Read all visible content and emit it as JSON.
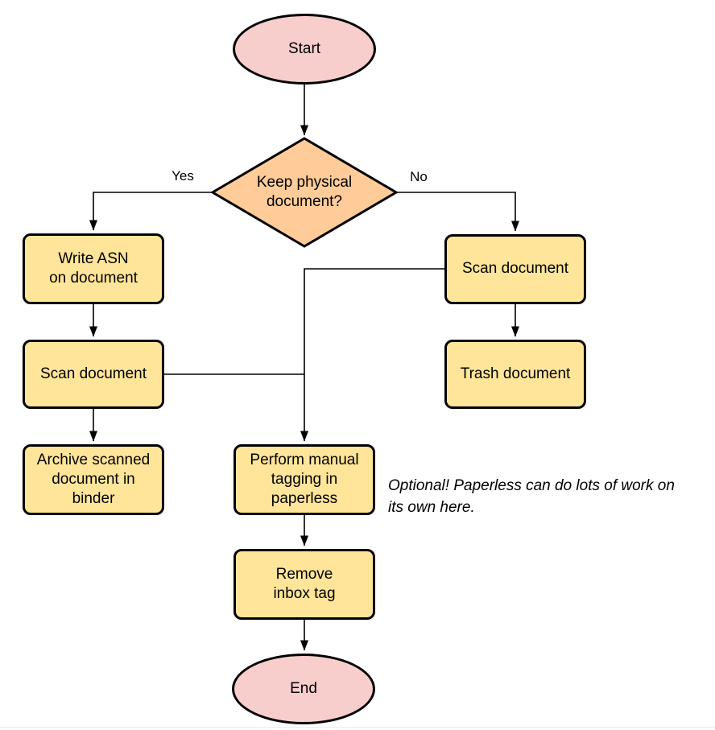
{
  "diagram": {
    "type": "flowchart",
    "nodes": {
      "start": {
        "type": "terminal",
        "label": "Start"
      },
      "decision": {
        "type": "decision",
        "label": "Keep physical\ndocument?"
      },
      "write_asn": {
        "type": "process",
        "label": "Write ASN\non document"
      },
      "scan_keep": {
        "type": "process",
        "label": "Scan document"
      },
      "archive": {
        "type": "process",
        "label": "Archive scanned\ndocument in\nbinder"
      },
      "scan_discard": {
        "type": "process",
        "label": "Scan document"
      },
      "trash": {
        "type": "process",
        "label": "Trash document"
      },
      "tagging": {
        "type": "process",
        "label": "Perform manual\ntagging in\npaperless"
      },
      "remove_inbox": {
        "type": "process",
        "label": "Remove\ninbox tag"
      },
      "end": {
        "type": "terminal",
        "label": "End"
      }
    },
    "edge_labels": {
      "yes": "Yes",
      "no": "No"
    },
    "edges": [
      {
        "from": "start",
        "to": "decision"
      },
      {
        "from": "decision",
        "to": "write_asn",
        "label": "Yes"
      },
      {
        "from": "decision",
        "to": "scan_discard",
        "label": "No"
      },
      {
        "from": "write_asn",
        "to": "scan_keep"
      },
      {
        "from": "scan_keep",
        "to": "archive"
      },
      {
        "from": "scan_keep",
        "to": "tagging"
      },
      {
        "from": "scan_discard",
        "to": "trash"
      },
      {
        "from": "scan_discard",
        "to": "tagging"
      },
      {
        "from": "tagging",
        "to": "remove_inbox"
      },
      {
        "from": "remove_inbox",
        "to": "end"
      }
    ],
    "annotation": "Optional! Paperless can do lots of work on\nits own here.",
    "colors": {
      "terminal_fill": "#F8CECC",
      "decision_fill": "#FFCC99",
      "process_fill": "#FFE599",
      "stroke": "#000000",
      "text": "#000000"
    }
  }
}
